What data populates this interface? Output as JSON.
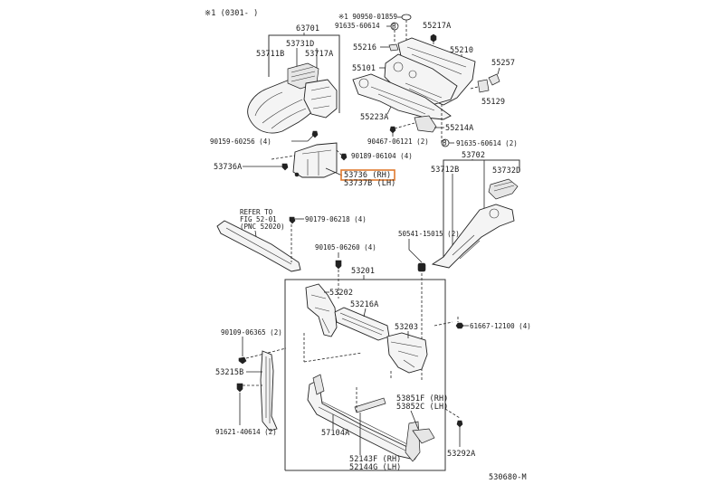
{
  "diagram": {
    "header_note": "※1 (0301-        )",
    "figure_code": "530680-M",
    "highlight_color": "#e07a2e",
    "labels": {
      "p63701": "63701",
      "p53731D": "53731D",
      "p53711B": "53711B",
      "p53717A": "53717A",
      "p90950": "※1 90950-01859",
      "p91635_top": "91635-60614",
      "p55217A": "55217A",
      "p55216": "55216",
      "p55210": "55210",
      "p55101": "55101",
      "p55257": "55257",
      "p55129": "55129",
      "p55223A": "55223A",
      "p55214A": "55214A",
      "p90467": "90467-06121 (2)",
      "p91635_mid": "91635-60614 (2)",
      "p90159": "90159-60256 (4)",
      "p90189": "90189-06104 (4)",
      "p53736A": "53736A",
      "p53736_rh": "53736  (RH)",
      "p53737B_lh": "53737B (LH)",
      "p53702": "53702",
      "p53712B": "53712B",
      "p53732D": "53732D",
      "refer_line1": "REFER TO",
      "refer_line2": "FIG 52-01",
      "refer_line3": "(PNC 52020)",
      "p90179": "90179-06218 (4)",
      "p90105": "90105-06260 (4)",
      "p50541": "50541-15015 (2)",
      "p53201": "53201",
      "p53202": "53202",
      "p53216A": "53216A",
      "p90109": "90109-06365 (2)",
      "p53203": "53203",
      "p61667": "61667-12100 (4)",
      "p53215B": "53215B",
      "p91621": "91621-40614 (2)",
      "p57104A": "57104A",
      "p53851F": "53851F (RH)",
      "p53852C": "53852C (LH)",
      "p53292A": "53292A",
      "p52143F": "52143F (RH)",
      "p52144G": "52144G (LH)"
    },
    "fastener_marks": {
      "b_symbol": "B"
    }
  }
}
